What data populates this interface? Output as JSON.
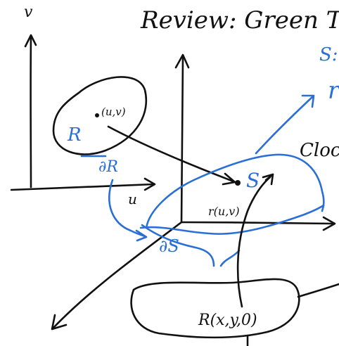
{
  "labels": {
    "title": "Review:  Green T",
    "v_axis": "v",
    "u_axis": "u",
    "point_uv": "(u,v)",
    "region_R": "R",
    "boundary_dR": "∂R",
    "surface_S": "S",
    "boundary_dS": "∂S",
    "map_r": "r(u,v)",
    "s_eq": "S:",
    "r_partial": "r",
    "clockwise": "Clock",
    "region_xy": "R(x,y,0)"
  },
  "colors": {
    "black_ink": "#111111",
    "blue_ink": "#2a6fd6",
    "background": "#ffffff"
  }
}
